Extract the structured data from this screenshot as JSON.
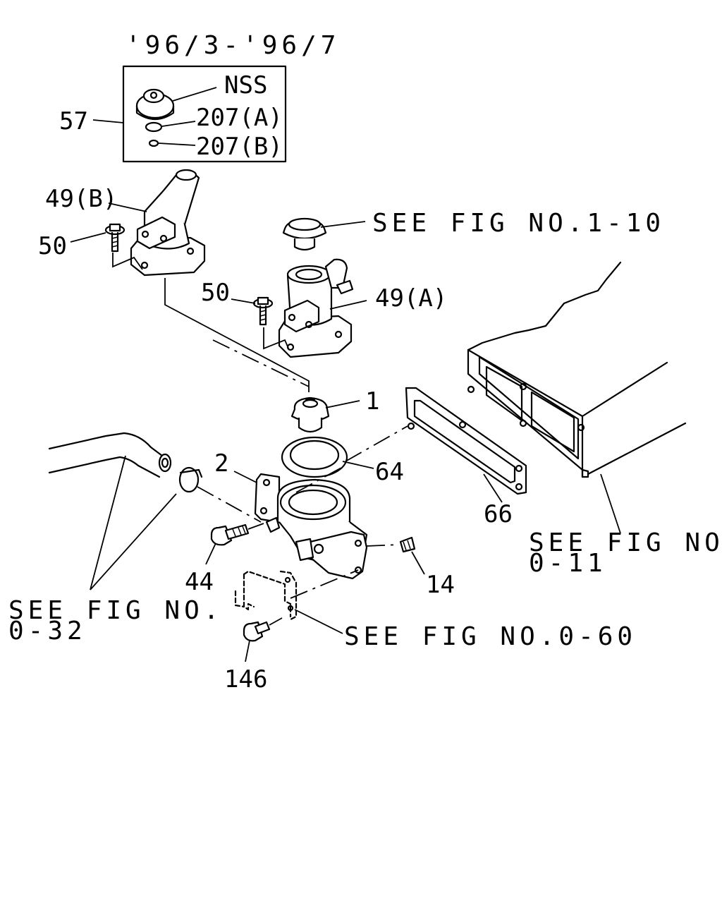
{
  "diagram": {
    "period_label": "'96/3-'96/7",
    "callouts": {
      "nss": "NSS",
      "p207a": "207(A)",
      "p207b": "207(B)",
      "p57": "57",
      "p49b": "49(B)",
      "p50_left": "50",
      "p50_right": "50",
      "p49a": "49(A)",
      "p1": "1",
      "p2": "2",
      "p64": "64",
      "p66": "66",
      "p44": "44",
      "p14": "14",
      "p146": "146"
    },
    "references": {
      "fig_1_10": "SEE FIG NO.1-10",
      "fig_0_11_line1": "SEE FIG NO.",
      "fig_0_11_line2": "0-11",
      "fig_0_32_line1": "SEE FIG NO.",
      "fig_0_32_line2": "0-32",
      "fig_0_60": "SEE FIG NO.0-60"
    }
  }
}
